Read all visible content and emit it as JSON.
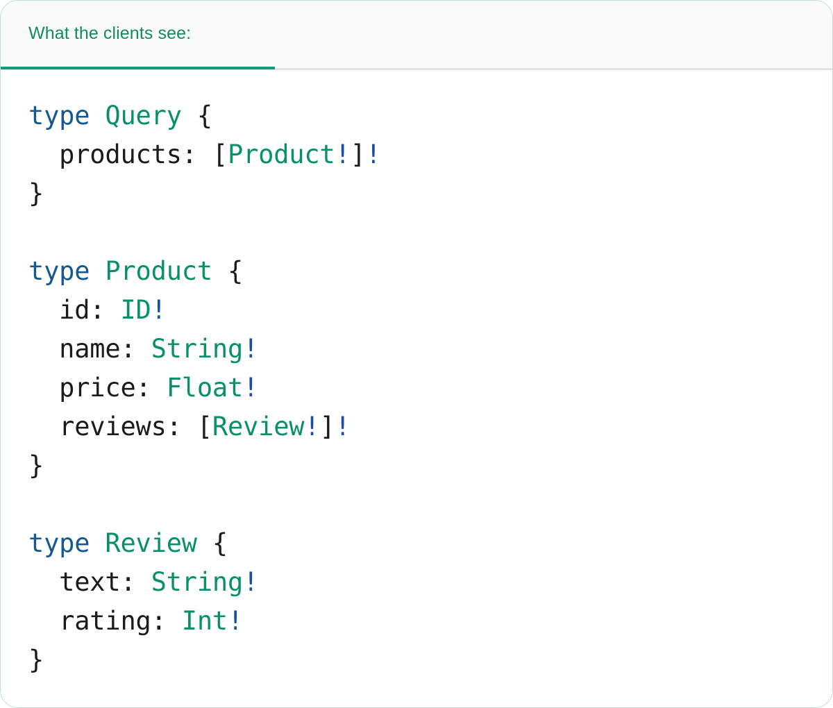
{
  "card": {
    "border_color": "#bfe0d0",
    "background": "#ffffff"
  },
  "tabs": {
    "active_index": 0,
    "items": [
      {
        "label": "What the clients see:",
        "active": true
      }
    ],
    "active_color": "#0e9e77",
    "label_color": "#128a63",
    "strip_background": "#fafafa"
  },
  "code": {
    "language": "graphql",
    "syntax_colors": {
      "keyword": "#17598f",
      "type": "#0a9068",
      "bang": "#1a4fa0",
      "punctuation": "#1b1b1b",
      "field": "#1b1b1b"
    },
    "lines": [
      {
        "tokens": [
          {
            "t": "type",
            "c": "kw"
          },
          {
            "t": " ",
            "c": "plain"
          },
          {
            "t": "Query",
            "c": "type"
          },
          {
            "t": " {",
            "c": "punc"
          }
        ]
      },
      {
        "tokens": [
          {
            "t": "  products: ",
            "c": "name"
          },
          {
            "t": "[",
            "c": "punc"
          },
          {
            "t": "Product",
            "c": "type"
          },
          {
            "t": "!",
            "c": "bang"
          },
          {
            "t": "]",
            "c": "punc"
          },
          {
            "t": "!",
            "c": "bang"
          }
        ]
      },
      {
        "tokens": [
          {
            "t": "}",
            "c": "punc"
          }
        ]
      },
      {
        "tokens": []
      },
      {
        "tokens": [
          {
            "t": "type",
            "c": "kw"
          },
          {
            "t": " ",
            "c": "plain"
          },
          {
            "t": "Product",
            "c": "type"
          },
          {
            "t": " {",
            "c": "punc"
          }
        ]
      },
      {
        "tokens": [
          {
            "t": "  id: ",
            "c": "name"
          },
          {
            "t": "ID",
            "c": "type"
          },
          {
            "t": "!",
            "c": "bang"
          }
        ]
      },
      {
        "tokens": [
          {
            "t": "  name: ",
            "c": "name"
          },
          {
            "t": "String",
            "c": "type"
          },
          {
            "t": "!",
            "c": "bang"
          }
        ]
      },
      {
        "tokens": [
          {
            "t": "  price: ",
            "c": "name"
          },
          {
            "t": "Float",
            "c": "type"
          },
          {
            "t": "!",
            "c": "bang"
          }
        ]
      },
      {
        "tokens": [
          {
            "t": "  reviews: ",
            "c": "name"
          },
          {
            "t": "[",
            "c": "punc"
          },
          {
            "t": "Review",
            "c": "type"
          },
          {
            "t": "!",
            "c": "bang"
          },
          {
            "t": "]",
            "c": "punc"
          },
          {
            "t": "!",
            "c": "bang"
          }
        ]
      },
      {
        "tokens": [
          {
            "t": "}",
            "c": "punc"
          }
        ]
      },
      {
        "tokens": []
      },
      {
        "tokens": [
          {
            "t": "type",
            "c": "kw"
          },
          {
            "t": " ",
            "c": "plain"
          },
          {
            "t": "Review",
            "c": "type"
          },
          {
            "t": " {",
            "c": "punc"
          }
        ]
      },
      {
        "tokens": [
          {
            "t": "  text: ",
            "c": "name"
          },
          {
            "t": "String",
            "c": "type"
          },
          {
            "t": "!",
            "c": "bang"
          }
        ]
      },
      {
        "tokens": [
          {
            "t": "  rating: ",
            "c": "name"
          },
          {
            "t": "Int",
            "c": "type"
          },
          {
            "t": "!",
            "c": "bang"
          }
        ]
      },
      {
        "tokens": [
          {
            "t": "}",
            "c": "punc"
          }
        ]
      }
    ],
    "plain_text": "type Query {\n  products: [Product!]!\n}\n\ntype Product {\n  id: ID!\n  name: String!\n  price: Float!\n  reviews: [Review!]!\n}\n\ntype Review {\n  text: String!\n  rating: Int!\n}"
  }
}
